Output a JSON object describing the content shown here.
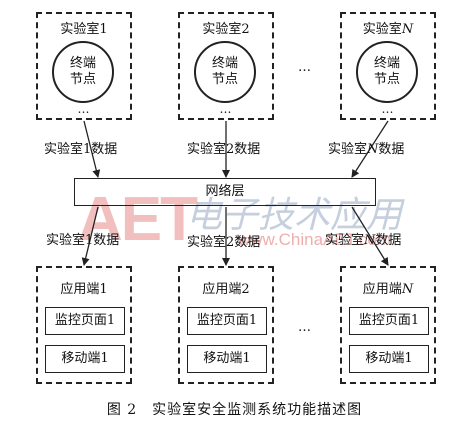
{
  "labs": [
    {
      "title": "实验室1",
      "node": [
        "终端",
        "节点"
      ],
      "dots": "…"
    },
    {
      "title": "实验室2",
      "node": [
        "终端",
        "节点"
      ],
      "dots": "…"
    },
    {
      "title_prefix": "实验室",
      "title_italic": "N",
      "node": [
        "终端",
        "节点"
      ],
      "dots": "…"
    }
  ],
  "between_dots": "…",
  "data_labels_top": [
    {
      "prefix": "实验室1数据",
      "italic": "",
      "suffix": ""
    },
    {
      "prefix": "实验室2数据",
      "italic": "",
      "suffix": ""
    },
    {
      "prefix": "实验室",
      "italic": "N",
      "suffix": "数据"
    }
  ],
  "network_layer": "网络层",
  "data_labels_bottom": [
    {
      "prefix": "实验室1数据",
      "italic": "",
      "suffix": ""
    },
    {
      "prefix": "实验室2数据",
      "italic": "",
      "suffix": ""
    },
    {
      "prefix": "实验室",
      "italic": "N",
      "suffix": "数据"
    }
  ],
  "apps": [
    {
      "title_prefix": "应用端1",
      "title_italic": "",
      "items": [
        "监控页面1",
        "移动端1"
      ]
    },
    {
      "title_prefix": "应用端2",
      "title_italic": "",
      "items": [
        "监控页面1",
        "移动端1"
      ]
    },
    {
      "title_prefix": "应用端",
      "title_italic": "N",
      "items": [
        "监控页面1",
        "移动端1"
      ]
    }
  ],
  "watermark": {
    "logo": "AET",
    "cn": "电子技术应用",
    "url": "www.ChinaAET.com"
  },
  "caption": "图 2　实验室安全监测系统功能描述图"
}
